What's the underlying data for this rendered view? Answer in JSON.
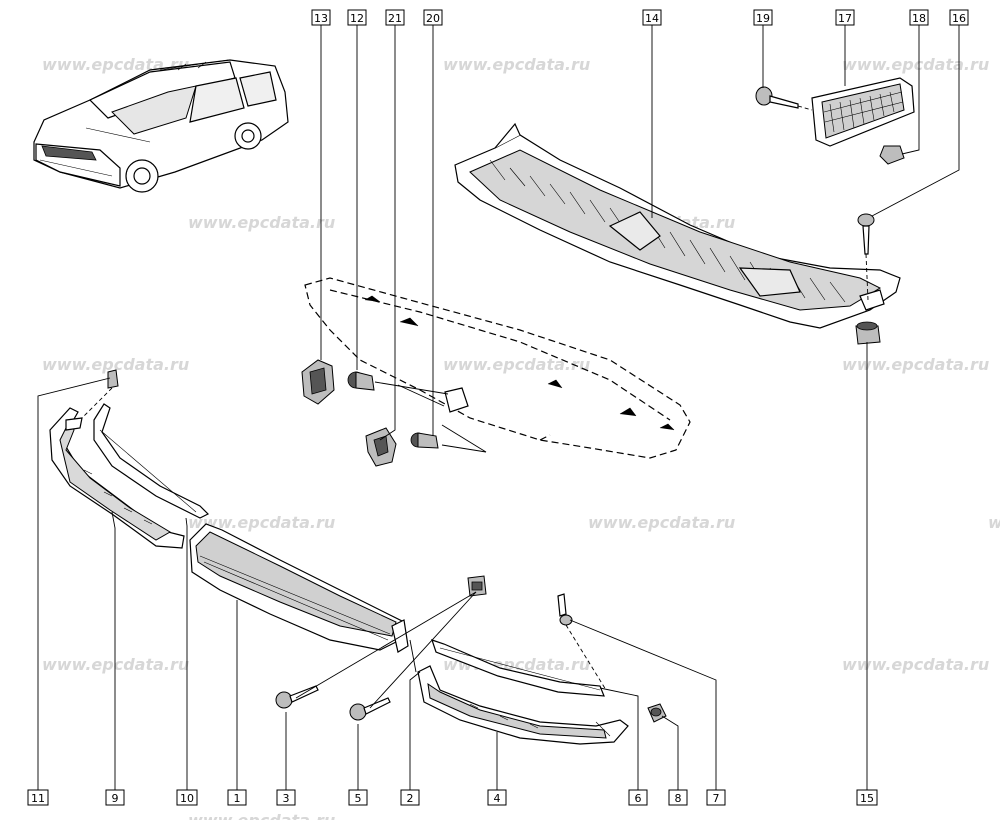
{
  "watermark": {
    "text": "www.epcdata.ru"
  },
  "callouts": [
    "1",
    "2",
    "3",
    "4",
    "5",
    "6",
    "7",
    "8",
    "9",
    "10",
    "11",
    "12",
    "13",
    "14",
    "15",
    "16",
    "17",
    "18",
    "19",
    "20",
    "21"
  ],
  "colors": {
    "line": "#000000",
    "watermark": "#d7d7d7",
    "part_shade": "#bdbdbd"
  }
}
